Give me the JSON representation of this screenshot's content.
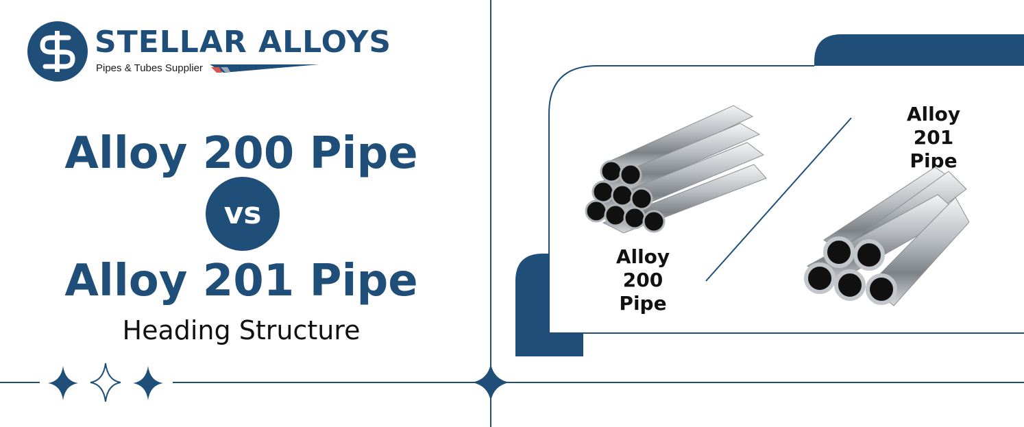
{
  "brand": {
    "name": "STELLAR ALLOYS",
    "tagline": "Pipes & Tubes Supplier",
    "logo_icon": "s-monogram-icon"
  },
  "headline": {
    "line1": "Alloy 200 Pipe",
    "vs": "vs",
    "line2": "Alloy 201 Pipe",
    "subtitle": "Heading Structure"
  },
  "products": [
    {
      "label_line1": "Alloy 200",
      "label_line2": "Pipe",
      "image": "pipe-bundle-small-icon"
    },
    {
      "label_line1": "Alloy 201",
      "label_line2": "Pipe",
      "image": "pipe-bundle-large-icon"
    }
  ],
  "decor": {
    "star_icons": [
      "four-point-star-icon",
      "four-point-star-outline-icon",
      "four-point-star-icon"
    ]
  },
  "colors": {
    "accent": "#1f4e79",
    "text_dark": "#111111",
    "background": "#ffffff"
  }
}
